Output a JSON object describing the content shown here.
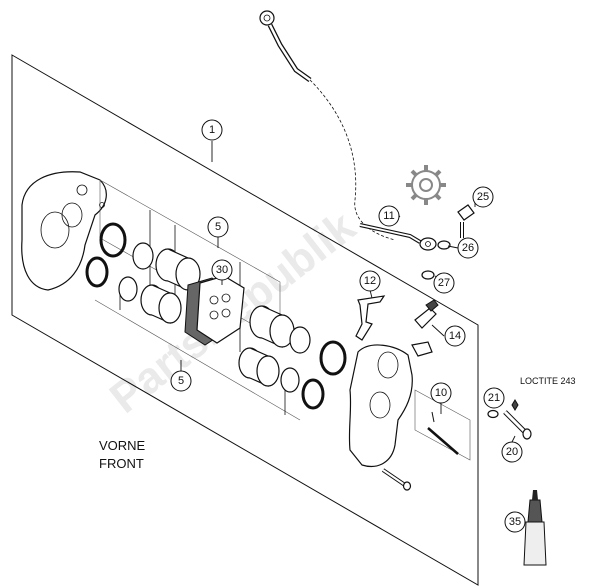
{
  "watermark": "PartsRepublik",
  "labels": {
    "vorne": "VORNE",
    "front": "FRONT",
    "loctite": "LOCTITE 243"
  },
  "callouts": [
    {
      "id": "c1",
      "text": "1"
    },
    {
      "id": "c5a",
      "text": "5"
    },
    {
      "id": "c5b",
      "text": "5"
    },
    {
      "id": "c10",
      "text": "10"
    },
    {
      "id": "c11",
      "text": "11"
    },
    {
      "id": "c12",
      "text": "12"
    },
    {
      "id": "c14",
      "text": "14"
    },
    {
      "id": "c20",
      "text": "20"
    },
    {
      "id": "c21",
      "text": "21"
    },
    {
      "id": "c25",
      "text": "25"
    },
    {
      "id": "c26",
      "text": "26"
    },
    {
      "id": "c27",
      "text": "27"
    },
    {
      "id": "c30",
      "text": "30"
    },
    {
      "id": "c35",
      "text": "35"
    }
  ],
  "icons": {
    "gear": "gear-icon"
  }
}
